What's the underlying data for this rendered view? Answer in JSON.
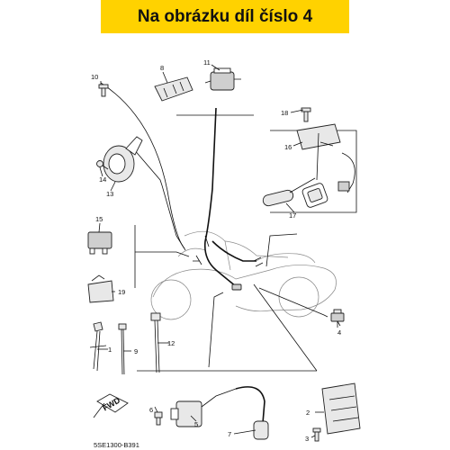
{
  "header": {
    "title": "Na obrázku díl číslo 4"
  },
  "diagram": {
    "part_labels": {
      "p1": "1",
      "p2": "2",
      "p3": "3",
      "p4": "4",
      "p5": "5",
      "p6": "6",
      "p7": "7",
      "p8": "8",
      "p9": "9",
      "p10": "10",
      "p11": "11",
      "p12": "12",
      "p13": "13",
      "p14": "14",
      "p15": "15",
      "p16": "16",
      "p17": "17",
      "p18": "18",
      "p19": "19"
    },
    "fwd_label": "FWD",
    "diagram_code": "5SE1300-B391"
  },
  "colors": {
    "banner": "#ffd200",
    "ink": "#111111"
  }
}
